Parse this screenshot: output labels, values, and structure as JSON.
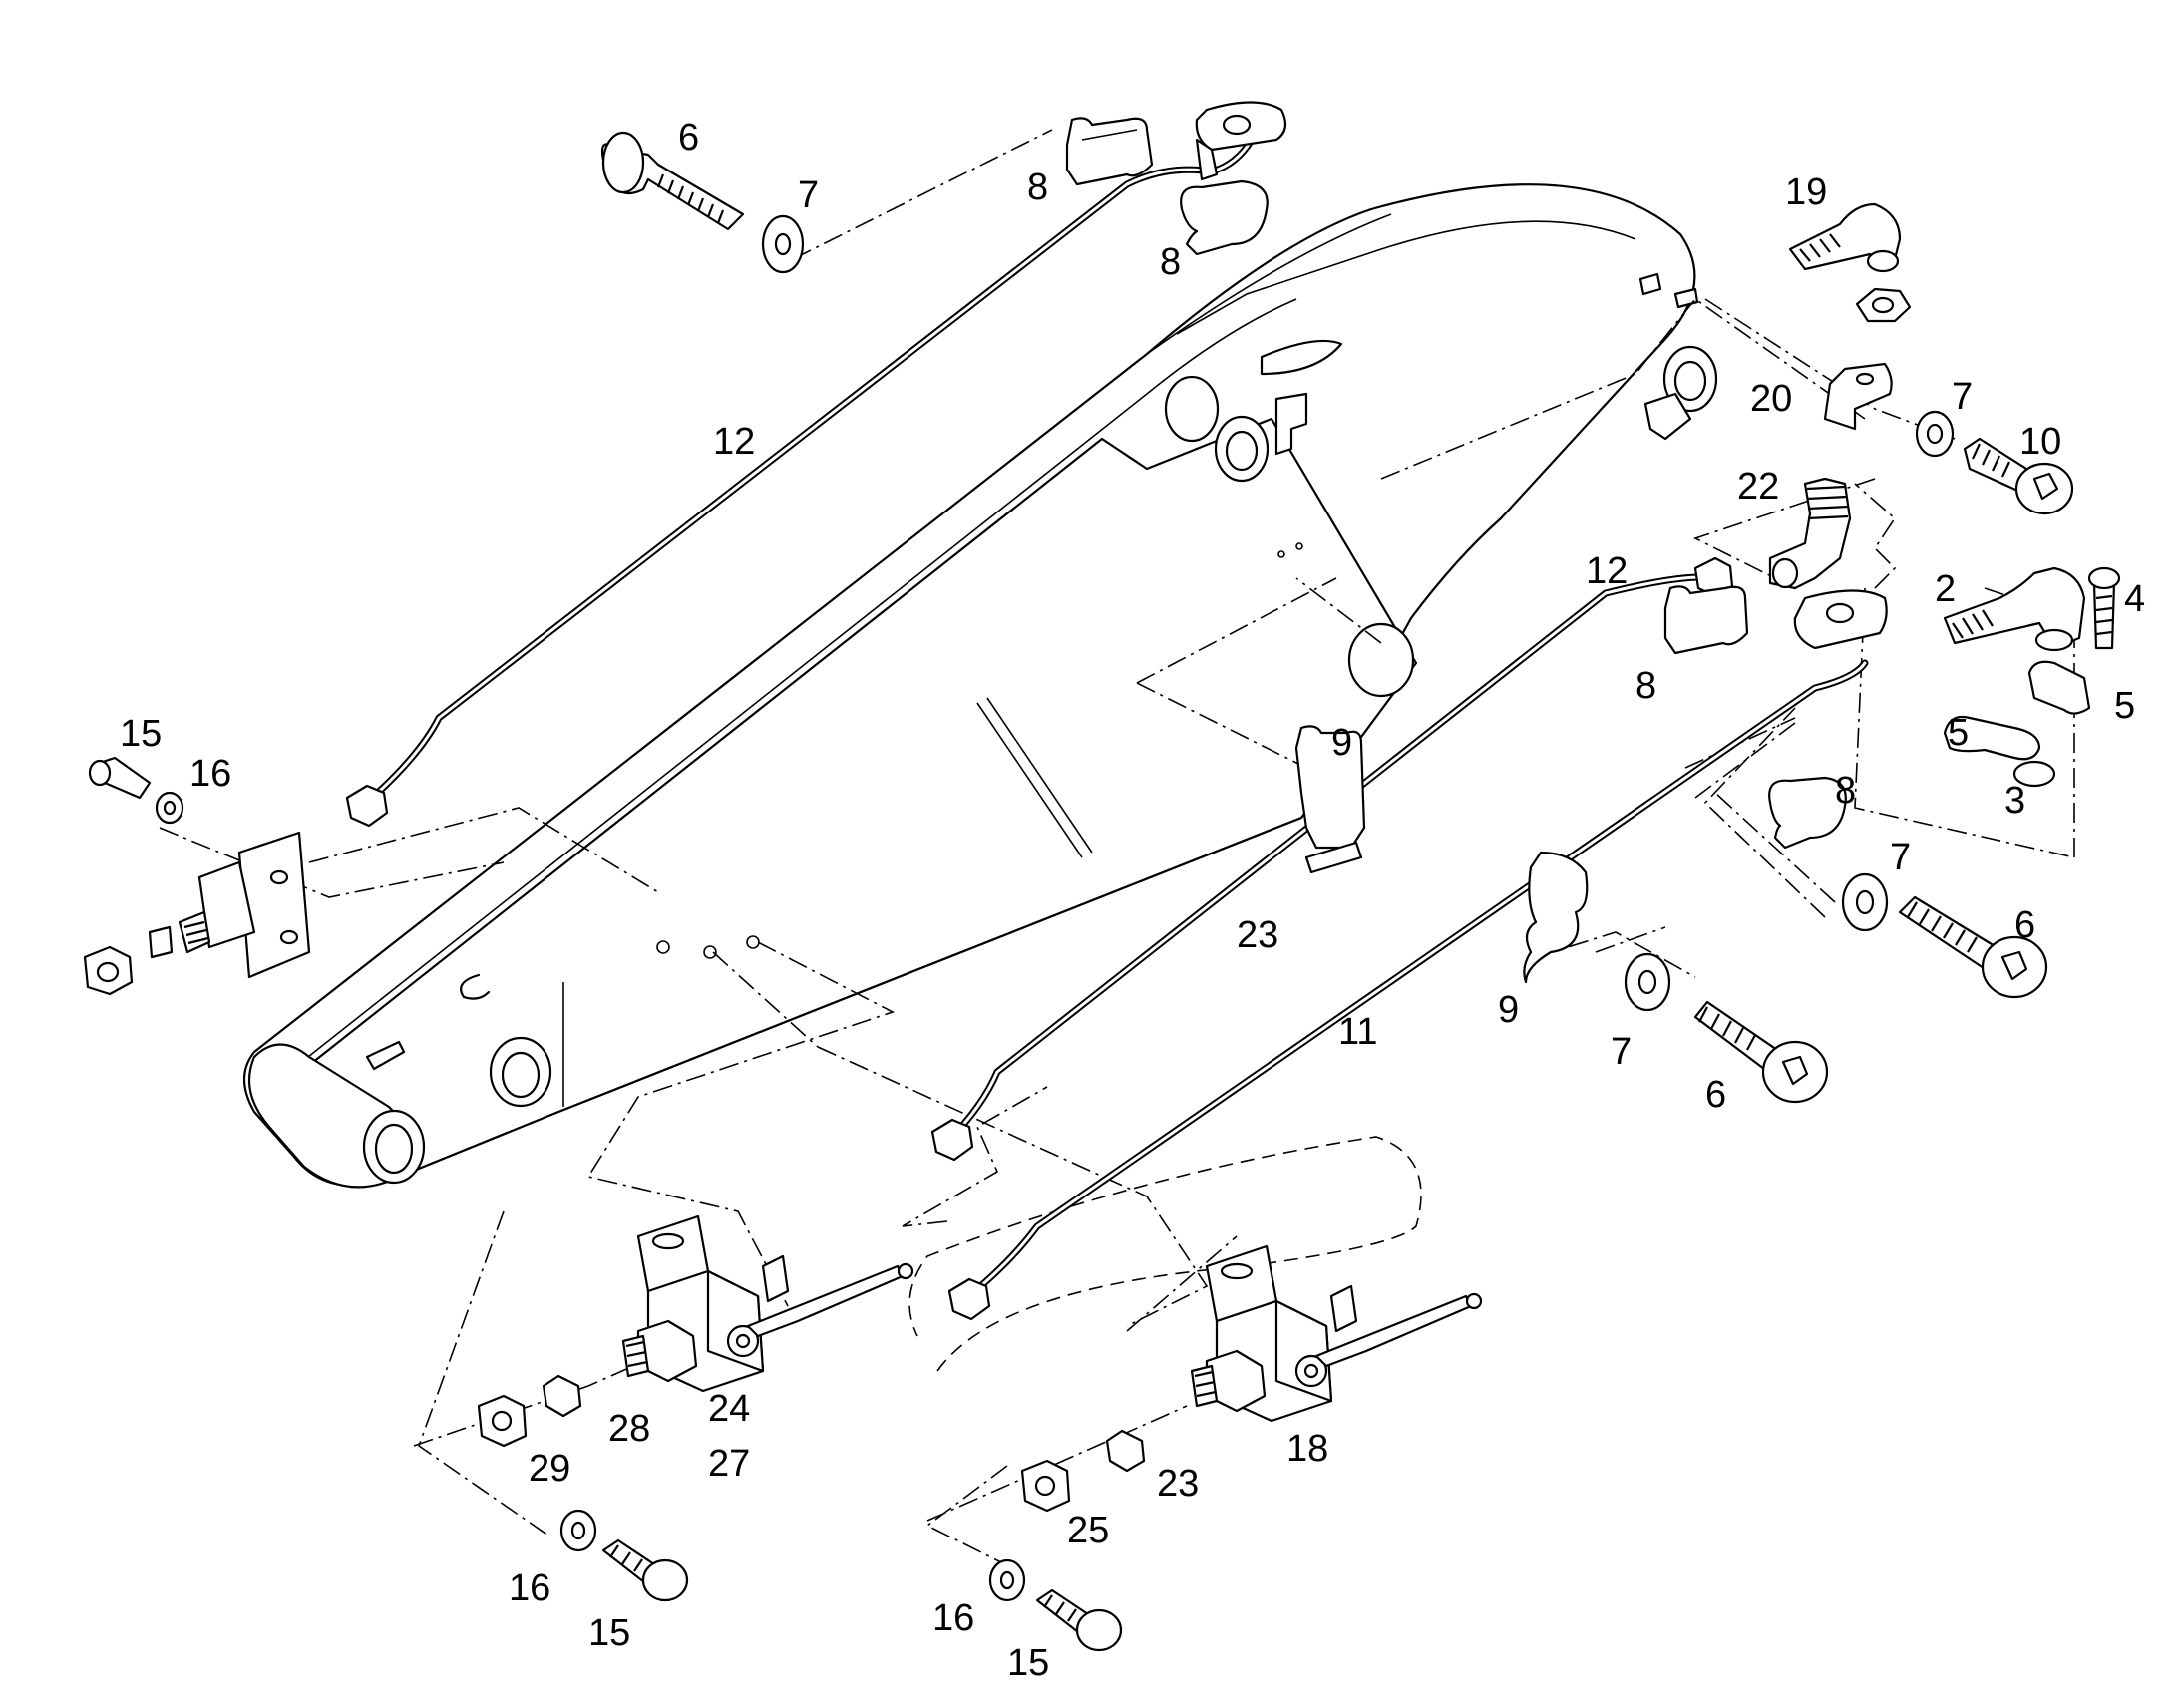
{
  "callouts": [
    "2",
    "3",
    "4",
    "5",
    "6",
    "7",
    "8",
    "9",
    "10",
    "11",
    "12",
    "15",
    "16",
    "18",
    "19",
    "20",
    "22",
    "23",
    "24",
    "25",
    "27",
    "28",
    "29"
  ],
  "colors": {
    "line": "#000000",
    "background": "#ffffff"
  }
}
